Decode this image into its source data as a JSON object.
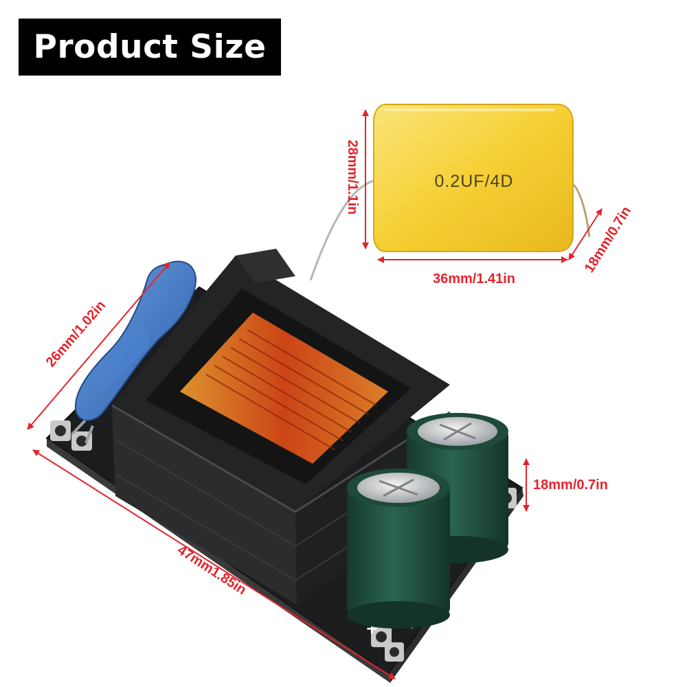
{
  "banner": {
    "title": "Product Size"
  },
  "capacitor": {
    "marking": "0.2UF/4D"
  },
  "dimensions": {
    "cap_height": "28mm/1.1in",
    "cap_width": "36mm/1.41in",
    "cap_lead": "18mm/0.7in",
    "board_width": "26mm/1.02in",
    "board_length": "47mm1.85in",
    "component_height": "18mm/0.7in"
  },
  "board": {
    "polarity_left": "+",
    "polarity_right": "+",
    "polarity_minus": "−"
  },
  "colors": {
    "dimension": "#e4232c",
    "banner_bg": "#000000",
    "capacitor": "#f7d33a",
    "pcb": "#1c1d1f",
    "electrolytic": "#1f4c3a",
    "y_capacitor": "#3b74c4",
    "winding": "#e0621b"
  }
}
